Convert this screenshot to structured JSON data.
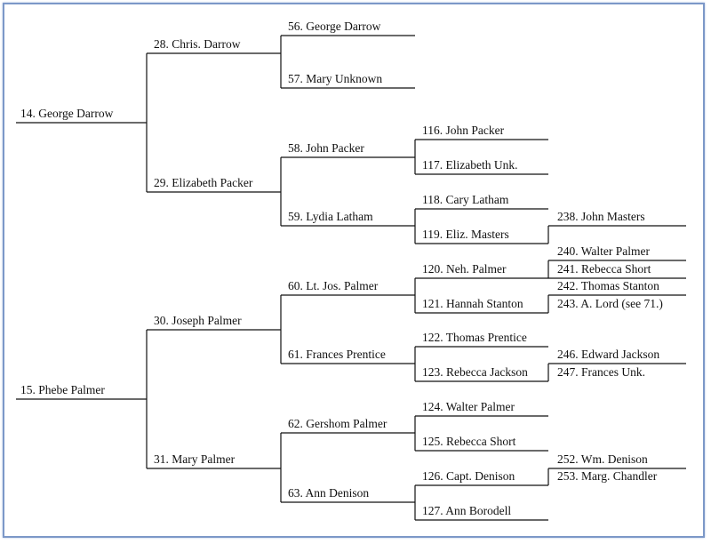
{
  "people": {
    "p14": "14. George Darrow",
    "p15": "15. Phebe Palmer",
    "p28": "28. Chris. Darrow",
    "p29": "29. Elizabeth Packer",
    "p30": "30. Joseph Palmer",
    "p31": "31. Mary Palmer",
    "p56": "56. George Darrow",
    "p57": "57. Mary Unknown",
    "p58": "58. John Packer",
    "p59": "59. Lydia Latham",
    "p60": "60. Lt. Jos. Palmer",
    "p61": "61. Frances Prentice",
    "p62": "62. Gershom Palmer",
    "p63": "63. Ann Denison",
    "p116": "116. John Packer",
    "p117": "117. Elizabeth Unk.",
    "p118": "118. Cary Latham",
    "p119": "119. Eliz. Masters",
    "p120": "120. Neh. Palmer",
    "p121": "121. Hannah Stanton",
    "p122": "122. Thomas Prentice",
    "p123": "123. Rebecca Jackson",
    "p124": "124. Walter Palmer",
    "p125": "125. Rebecca Short",
    "p126": "126. Capt. Denison",
    "p127": "127. Ann Borodell",
    "p238": "238. John Masters",
    "p240": "240. Walter Palmer",
    "p241": "241. Rebecca Short",
    "p242": "242. Thomas Stanton",
    "p243": "243. A. Lord (see 71.)",
    "p246": "246. Edward Jackson",
    "p247": "247. Frances Unk.",
    "p252": "252. Wm. Denison",
    "p253": "253. Marg. Chandler"
  }
}
